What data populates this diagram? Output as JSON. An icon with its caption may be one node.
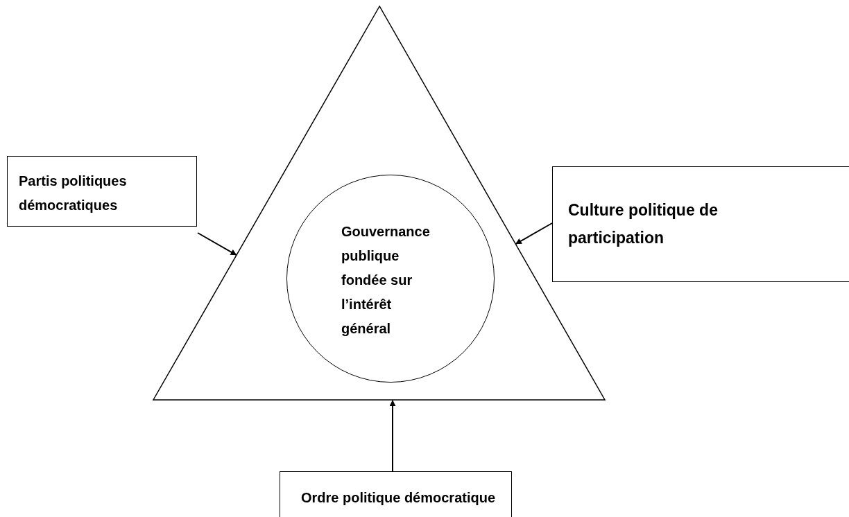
{
  "diagram": {
    "nodes": [
      {
        "text": [],
        "shape": "triangle"
      },
      {
        "text": [
          "Gouvernance publique fondée sur l’intérêt général"
        ],
        "in": 0
      },
      {
        "text": [
          "Partis politiques démocratiques"
        ]
      },
      {
        "text": [
          "Culture politique de participation"
        ]
      },
      {
        "text": [
          "Ordre politique démocratique"
        ]
      }
    ],
    "edges": [
      {
        "from": 2,
        "to": 0,
        "arrow": "to"
      },
      {
        "from": 3,
        "to": 0,
        "arrow": "to"
      },
      {
        "from": 4,
        "to": 0,
        "arrow": "to"
      }
    ]
  }
}
